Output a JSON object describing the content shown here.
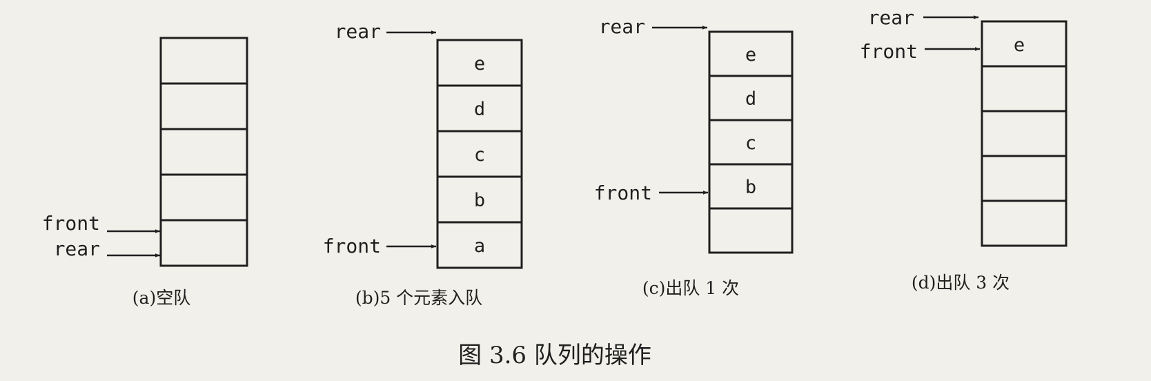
{
  "figure_caption": "图 3.6    队列的操作",
  "panels": [
    {
      "caption": "(a)空队",
      "cells": [
        "",
        "",
        "",
        "",
        ""
      ],
      "pointers": [
        {
          "label": "front",
          "cell": 4
        },
        {
          "label": "rear",
          "cell": 4
        }
      ]
    },
    {
      "caption": "(b)5 个元素入队",
      "cells": [
        "e",
        "d",
        "c",
        "b",
        "a"
      ],
      "pointers": [
        {
          "label": "rear",
          "cell": -1
        },
        {
          "label": "front",
          "cell": 4
        }
      ]
    },
    {
      "caption": "(c)出队 1 次",
      "cells": [
        "e",
        "d",
        "c",
        "b",
        ""
      ],
      "pointers": [
        {
          "label": "rear",
          "cell": -1
        },
        {
          "label": "front",
          "cell": 3
        }
      ]
    },
    {
      "caption": "(d)出队 3 次",
      "cells": [
        "e",
        "",
        "",
        "",
        ""
      ],
      "pointers": [
        {
          "label": "rear",
          "cell": -1
        },
        {
          "label": "front",
          "cell": 0
        }
      ]
    }
  ]
}
